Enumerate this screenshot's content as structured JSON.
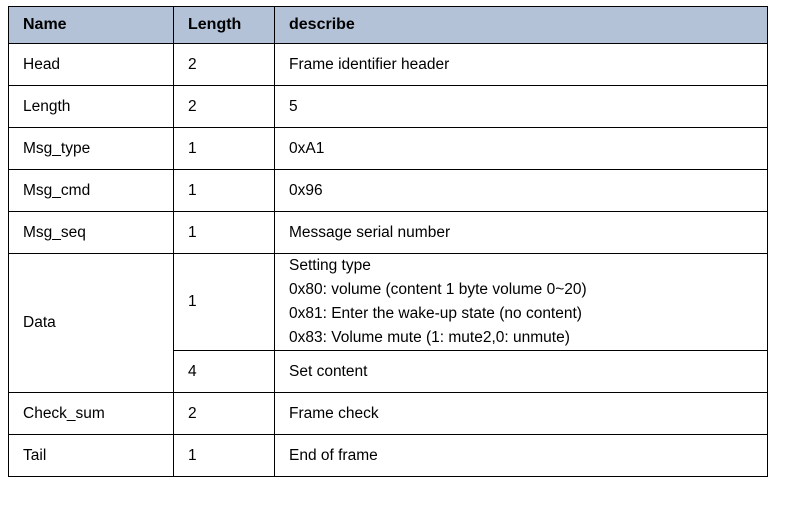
{
  "table": {
    "headers": [
      "Name",
      "Length",
      "describe"
    ],
    "header_bg": "#b4c2d7",
    "border_color": "#000000",
    "rows": [
      {
        "name": "Head",
        "length": "2",
        "describe": "Frame identifier header"
      },
      {
        "name": "Length",
        "length": "2",
        "describe": "5"
      },
      {
        "name": "Msg_type",
        "length": "1",
        "describe": "0xA1"
      },
      {
        "name": "Msg_cmd",
        "length": "1",
        "describe": "0x96"
      },
      {
        "name": "Msg_seq",
        "length": "1",
        "describe": "Message serial number"
      },
      {
        "name": "Data",
        "length": "1",
        "describe": "Setting type\n0x80: volume (content 1 byte volume 0~20)\n0x81: Enter the wake-up state (no content)\n0x83: Volume mute (1: mute2,0: unmute)"
      },
      {
        "name": "",
        "length": "4",
        "describe": "Set content"
      },
      {
        "name": "Check_sum",
        "length": "2",
        "describe": "Frame check"
      },
      {
        "name": "Tail",
        "length": "1",
        "describe": "End of frame"
      }
    ]
  }
}
